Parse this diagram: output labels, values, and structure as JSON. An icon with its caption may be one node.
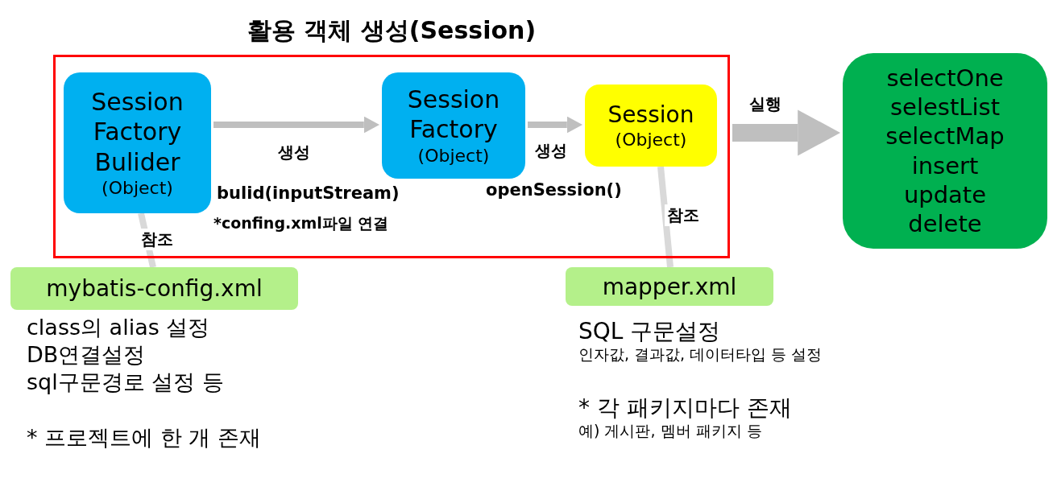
{
  "diagram": {
    "nodes": [
      {
        "text": [
          "활용 객체 생성(Session)"
        ]
      },
      {
        "text": [
          "Session Factory Bulider",
          "(Object)"
        ],
        "in": 0
      },
      {
        "text": [
          "Session Factory",
          "(Object)"
        ],
        "in": 0
      },
      {
        "text": [
          "Session",
          "(Object)"
        ],
        "in": 0
      },
      {
        "text": [
          "selectOne selestList selectMap insert update delete"
        ]
      },
      {
        "text": [
          "mybatis-config.xml"
        ],
        "beside": [
          "class의 alias 설정",
          "DB연결설정",
          "sql구문경로 설정 등",
          "* 프로젝트에 한 개 존재"
        ]
      },
      {
        "text": [
          "mapper.xml"
        ],
        "beside": [
          "SQL 구문설정",
          "인자값, 결과값, 데이터타입 등 설정",
          "* 각 패키지마다 존재",
          "예) 게시판, 멤버 패키지 등"
        ]
      }
    ],
    "edges": [
      {
        "from": 1,
        "to": 2,
        "arrow": "to",
        "label": "생성"
      },
      {
        "from": 2,
        "to": 3,
        "arrow": "to",
        "label": "생성"
      },
      {
        "from": 0,
        "to": 4,
        "arrow": "to",
        "label": "실행",
        "style": "thick"
      },
      {
        "from": 1,
        "to": 5,
        "arrow": "none",
        "label": "참조",
        "color": "#d9d9d9"
      },
      {
        "from": 3,
        "to": 6,
        "arrow": "none",
        "label": "참조",
        "color": "#d9d9d9"
      }
    ],
    "labels": [
      "bulid(inputStream)",
      "*confing.xml파일 연결",
      "openSession()"
    ]
  }
}
